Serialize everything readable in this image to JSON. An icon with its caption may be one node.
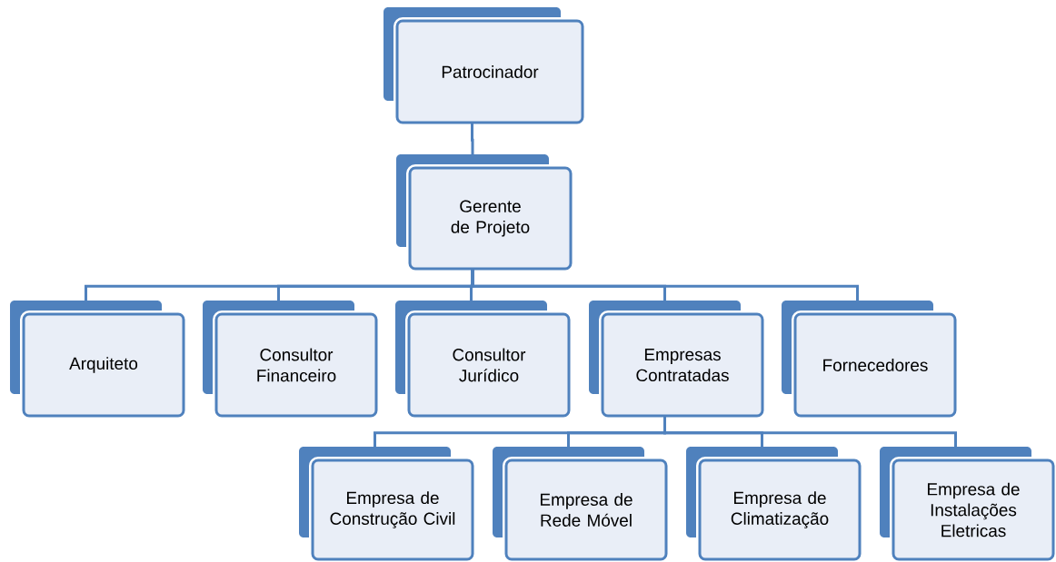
{
  "diagram": {
    "nodes": [
      {
        "text": [
          "Patrocinador"
        ]
      },
      {
        "text": [
          "Gerente de Projeto"
        ]
      },
      {
        "text": [
          "Arquiteto"
        ]
      },
      {
        "text": [
          "Consultor Financeiro"
        ]
      },
      {
        "text": [
          "Consultor Jurídico"
        ]
      },
      {
        "text": [
          "Empresas Contratadas"
        ]
      },
      {
        "text": [
          "Fornecedores"
        ]
      },
      {
        "text": [
          "Empresa de Construção Civil"
        ]
      },
      {
        "text": [
          "Empresa de Rede Móvel"
        ]
      },
      {
        "text": [
          "Empresa de Climatização"
        ]
      },
      {
        "text": [
          "Empresa de Instalações Eletricas"
        ]
      }
    ],
    "edges": [
      {
        "from": 0,
        "to": 1,
        "arrow": "none"
      },
      {
        "from": 1,
        "to": 2,
        "arrow": "none"
      },
      {
        "from": 1,
        "to": 3,
        "arrow": "none"
      },
      {
        "from": 1,
        "to": 4,
        "arrow": "none"
      },
      {
        "from": 1,
        "to": 5,
        "arrow": "none"
      },
      {
        "from": 1,
        "to": 6,
        "arrow": "none"
      },
      {
        "from": 5,
        "to": 7,
        "arrow": "none"
      },
      {
        "from": 5,
        "to": 8,
        "arrow": "none"
      },
      {
        "from": 5,
        "to": 9,
        "arrow": "none"
      },
      {
        "from": 5,
        "to": 10,
        "arrow": "none"
      }
    ]
  }
}
